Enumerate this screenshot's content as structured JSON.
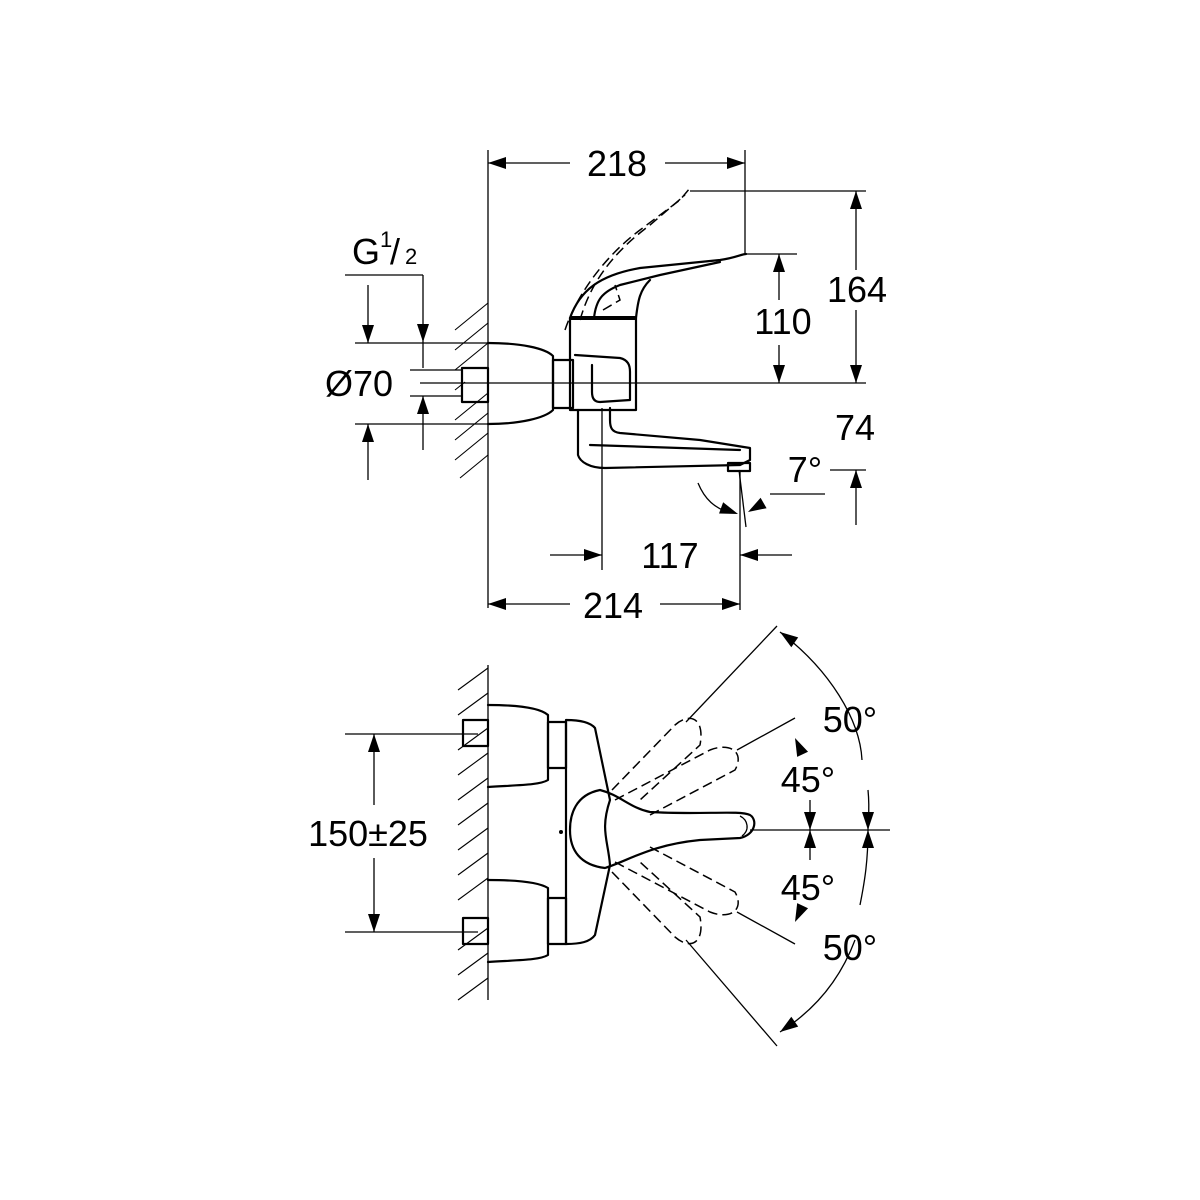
{
  "title": "Wall-mounted single-lever mixer — dimension drawing",
  "side_view": {
    "dims": {
      "overall_depth": "218",
      "total_height": "164",
      "lever_height": "110",
      "spout_drop": "74",
      "spout_angle": "7°",
      "spout_reach": "117",
      "outlet_projection": "214",
      "connection_thread_main": "G",
      "connection_thread_num": "1",
      "connection_thread_den": "2",
      "escutcheon_diameter": "Ø70"
    }
  },
  "top_view": {
    "dims": {
      "centre_distance": "150±25",
      "angle_upper_outer": "50°",
      "angle_upper_inner": "45°",
      "angle_lower_inner": "45°",
      "angle_lower_outer": "50°"
    }
  }
}
